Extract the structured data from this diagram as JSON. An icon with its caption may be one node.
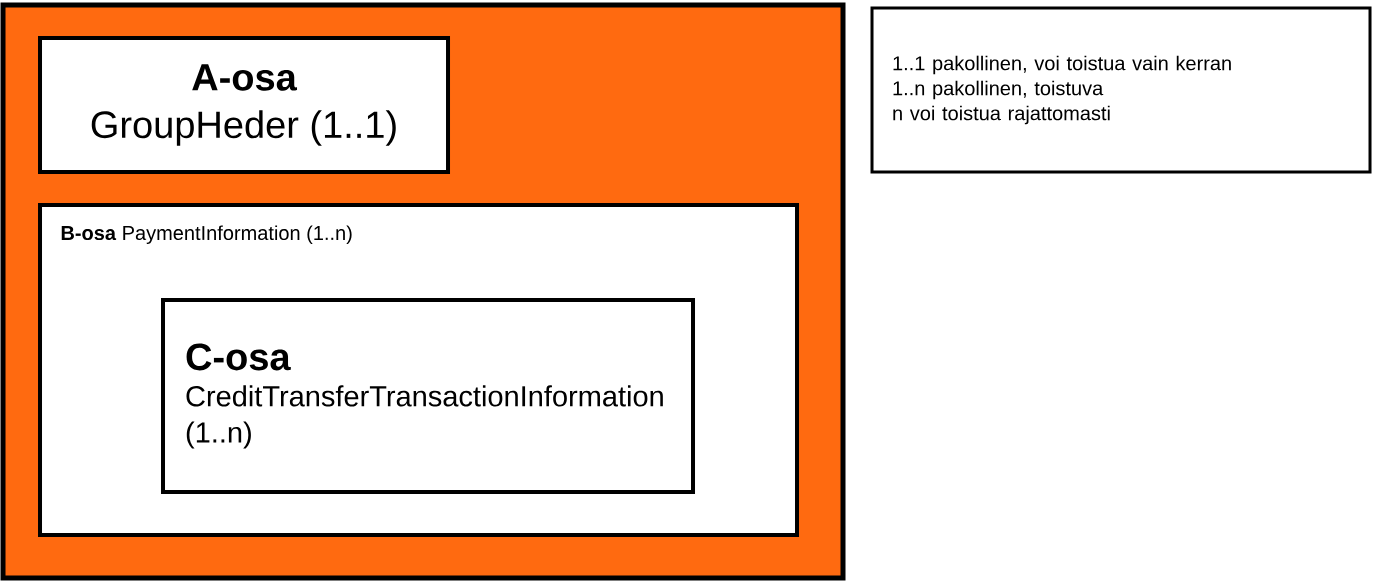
{
  "diagram": {
    "nodes": [
      {
        "text": [],
        "shape": "box"
      },
      {
        "text": [
          "A-osa",
          "GroupHeder (1..1)"
        ],
        "in": 0
      },
      {
        "text": [
          "**B-osa** PaymentInformation (1..n)"
        ],
        "in": 0
      },
      {
        "text": [
          "C-osa",
          "CreditTransferTransactionInformation (1..n)"
        ],
        "in": 2
      },
      {
        "text": [
          "1..1 pakollinen, voi toistua vain kerran",
          "1..n pakollinen, toistuva",
          "n voi toistua rajattomasti"
        ]
      }
    ],
    "edges": []
  }
}
